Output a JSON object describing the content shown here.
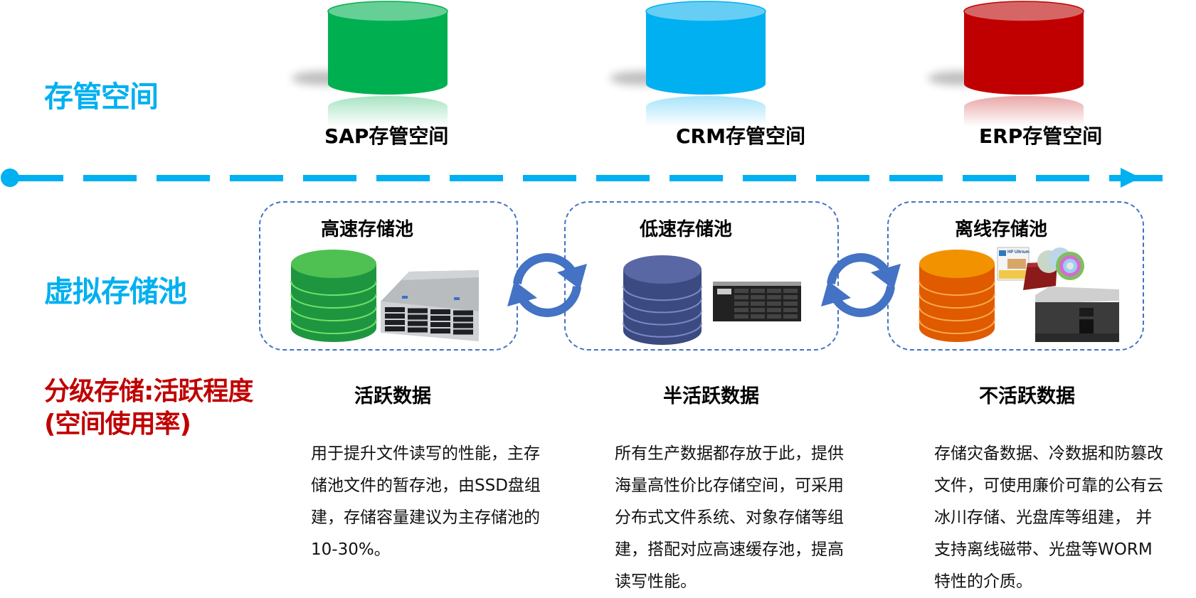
{
  "row_labels": {
    "space": "存管空间",
    "virtual_pool": "虚拟存储池",
    "tiering": "分级存储:活跃程度(空间使用率)"
  },
  "colors": {
    "accent_blue": "#00b0f0",
    "accent_red": "#c00000",
    "dash_border": "#4472c4",
    "sync_icon": "#4472c4"
  },
  "spaces": [
    {
      "label": "SAP存管空间",
      "color": "#00b050",
      "top_color": "#66cf95"
    },
    {
      "label": "CRM存管空间",
      "color": "#00b0f0",
      "top_color": "#66cef5"
    },
    {
      "label": "ERP存管空间",
      "color": "#c00000",
      "top_color": "#d66666"
    }
  ],
  "pools": [
    {
      "title": "高速存储池",
      "disk_color": "#1e9640",
      "disk_top": "#4ec152",
      "disk_line": "#6fe06a",
      "device": "rack-server-icon"
    },
    {
      "title": "低速存储池",
      "disk_color": "#3b4a80",
      "disk_top": "#5a67a5",
      "disk_line": "#7b88c8",
      "device": "disk-array-icon"
    },
    {
      "title": "离线存储池",
      "disk_color": "#e05a00",
      "disk_top": "#f39200",
      "disk_line": "#f7a84a",
      "device": "tape-library-icon",
      "media_text": "HP Ultrium"
    }
  ],
  "tiers": [
    {
      "title": "活跃数据",
      "lines": [
        "用于提升文件读写的性能，主存",
        "储池文件的暂存池，由SSD盘组",
        "建，存储容量建议为主存储池的",
        "10-30%。"
      ]
    },
    {
      "title": "半活跃数据",
      "lines": [
        "所有生产数据都存放于此，提供",
        "海量高性价比存储空间，可采用",
        "分布式文件系统、对象存储等组",
        "建，搭配对应高速缓存池，提高",
        "读写性能。"
      ]
    },
    {
      "title": "不活跃数据",
      "lines": [
        "存储灾备数据、冷数据和防篡改",
        "文件，可使用廉价可靠的公有云",
        "冰川存储、光盘库等组建， 并",
        "支持离线磁带、光盘等WORM",
        "特性的介质。"
      ]
    }
  ]
}
